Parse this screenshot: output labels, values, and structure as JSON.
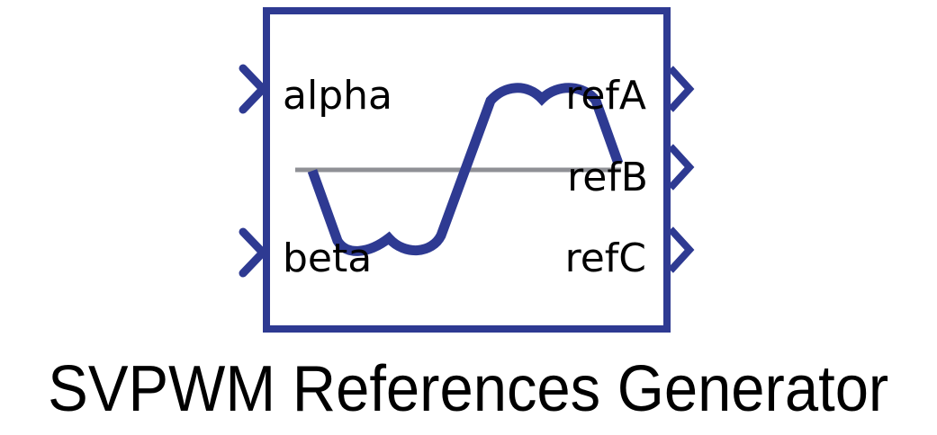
{
  "block": {
    "title": "SVPWM References Generator",
    "inputs": [
      {
        "label": "alpha"
      },
      {
        "label": "beta"
      }
    ],
    "outputs": [
      {
        "label": "refA"
      },
      {
        "label": "refB"
      },
      {
        "label": "refC"
      }
    ],
    "icon": "svpwm-reference-waveform-icon"
  },
  "colors": {
    "border": "#2e3a92",
    "waveform": "#2e3a92",
    "axis": "#8f9095",
    "text": "#000000"
  }
}
